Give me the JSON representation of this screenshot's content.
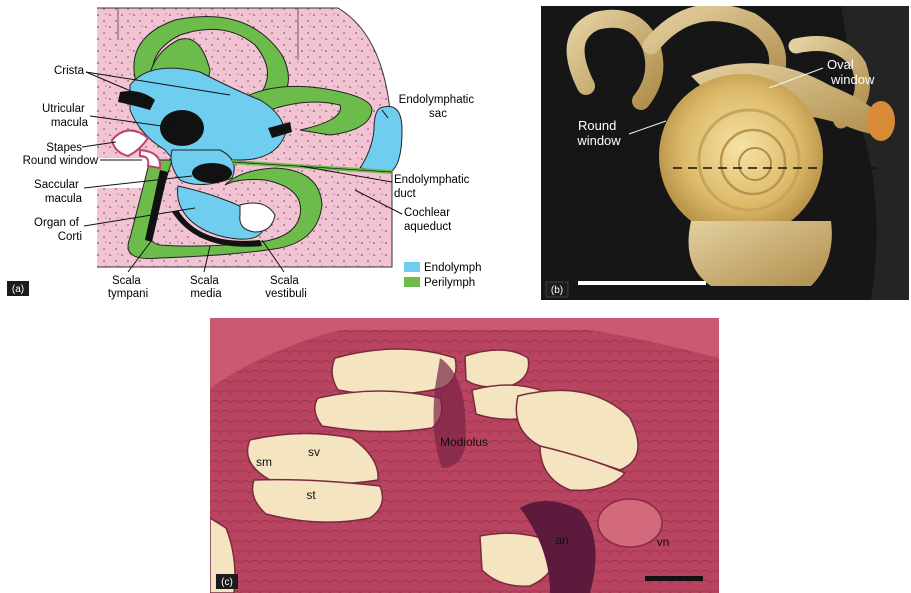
{
  "panel_a": {
    "tag": "(a)",
    "labels": {
      "crista": "Crista",
      "utricular": [
        "Utricular",
        "macula"
      ],
      "stapes": "Stapes",
      "round_window": "Round window",
      "saccular": [
        "Saccular",
        "macula"
      ],
      "organ_corti": [
        "Organ of",
        "Corti"
      ],
      "endolymphatic_sac": [
        "Endolymphatic",
        "sac"
      ],
      "endolymphatic_duct": [
        "Endolymphatic",
        "duct"
      ],
      "cochlear_aqueduct": [
        "Cochlear",
        "aqueduct"
      ],
      "scala_tympani": [
        "Scala",
        "tympani"
      ],
      "scala_media": [
        "Scala",
        "media"
      ],
      "scala_vestibuli": [
        "Scala",
        "vestibuli"
      ]
    },
    "legend": [
      {
        "label": "Endolymph",
        "color": "#6fcdf0"
      },
      {
        "label": "Perilymph",
        "color": "#6cbc4c"
      }
    ],
    "colors": {
      "bone": "#f2c3d2",
      "endolymph": "#6fcdf0",
      "perilymph": "#6cbc4c",
      "membrane": "#111111"
    }
  },
  "panel_b": {
    "tag": "(b)",
    "labels": {
      "round_window": [
        "Round",
        "window"
      ],
      "oval_window": [
        "Oval",
        "window"
      ]
    }
  },
  "panel_c": {
    "tag": "(c)",
    "labels": {
      "modiolus": "Modiolus",
      "sv": "sv",
      "sm": "sm",
      "st": "st",
      "an": "an",
      "vn": "vn"
    }
  }
}
